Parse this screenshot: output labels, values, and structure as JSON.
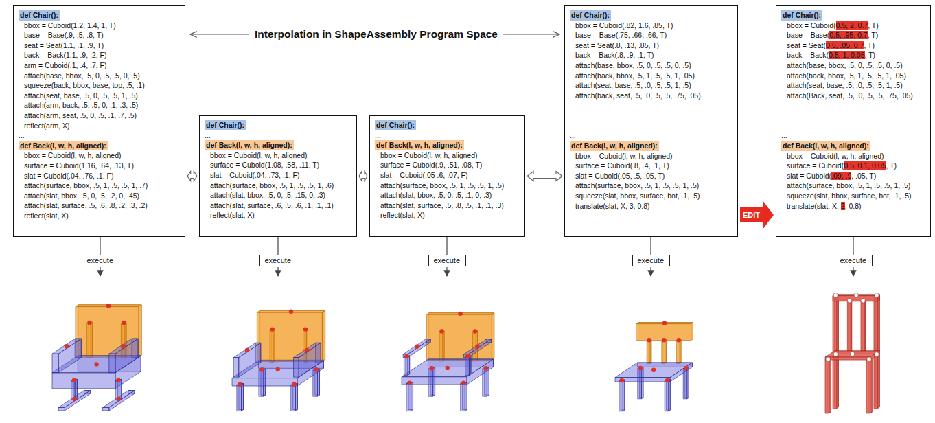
{
  "diagram": {
    "nodes": [
      {
        "text": [
          "def Chair():",
          "bbox = Cuboid(1.2, 1.4, 1, T)",
          "base = Base(.9, .5, .8, T)",
          "seat = Seat(1.1, .1, .9, T)",
          "back = Back(1.1, .9, .2, F)",
          "arm = Cuboid(.1, .4, .7, F)",
          "attach(base, bbox, .5, 0, .5, .5, 0, .5)",
          "squeeze(back, bbox, base, top, .5, .1)",
          "attach(seat, base, .5, 0, .5, .5, 1, .5)",
          "attach(arm, back, .5, .5, 0, .1, .3, .5)",
          "attach(arm, seat, .5, 0, .5, .1, .7, .5)",
          "reflect(arm, X)",
          "...",
          "def Back(l, w, h, aligned):",
          "bbox = Cuboid(l, w, h, aligned)",
          "surface = Cuboid(1.16, .64, .13, T)",
          "slat = Cuboid(.04, .76, .1, F)",
          "attach(surface, bbox, .5, 1, .5, .5, 1, .7)",
          "attach(slat, bbox, .5, 0, .5, .2, 0, .45)",
          "attach(slat, surface, .5, .6, .8, .2, .3, .2)",
          "reflect(slat, X)"
        ]
      },
      {
        "text": [
          "def Chair():",
          "...",
          "def Back(l, w, h, aligned):",
          "bbox = Cuboid(l, w, h, aligned)",
          "surface = Cuboid(1.08, .58, .11, T)",
          "slat = Cuboid(.04, .73, .1, F)",
          "attach(surface, bbox, .5, 1, .5, .5, 1, .6)",
          "attach(slat, bbox, .5, 0, .5, .15, 0, .3)",
          "attach(slat, surface, .6, .5, .6, .1, .1, .1)",
          "reflect(slat, X)"
        ]
      },
      {
        "text": [
          "def Chair():",
          "...",
          "def Back(l, w, h, aligned):",
          "bbox = Cuboid(l, w, h, aligned)",
          "surface = Cuboid(.9, .51, .08, T)",
          "slat = Cuboid(.05 .6, .07, F)",
          "attach(surface, bbox, .5, 1, .5, .5, 1, .5)",
          "attach(slat, bbox, .5, 0, .5, .1, 0, .3)",
          "attach(slat, surface, .5, .8, .5, .1, .1, .3)",
          "reflect(slat, X)"
        ]
      },
      {
        "text": [
          "def Chair():",
          "bbox = Cuboid(.82, 1.6, .85, T)",
          "base = Base(.75, .66, .66, T)",
          "seat = Seat(.8, .13, .85, T)",
          "back = Back(.8, .9, .1, T)",
          "attach(base, bbox, .5, 0, .5, .5, 0, .5)",
          "attach(back, bbox, .5, 1, .5, .5, 1, .05)",
          "attach(seat, base, .5, .0, .5, .5, 1, .5)",
          "attach(back, seat, .5, .0, .5, .5, .75, .05)",
          "...",
          "def Back(l, w, h, aligned):",
          "bbox = Cuboid(l, w, h, aligned)",
          "surface = Cuboid(.8, .4, .1, T)",
          "slat = Cuboid(.05, .5, .05, T)",
          "attach(surface, bbox, .5, 1, .5, .5, 1, .5)",
          "squeeze(slat, bbox, surface, bot, .1, .5)",
          "translate(slat, X, 3, 0.8)"
        ]
      },
      {
        "text": [
          "def Chair():",
          "bbox = Cuboid(0.5, 2, 0.7, T)",
          "base = Base(0.5, .95, 0.7, T)",
          "seat = Seat(0.5, .05, 0.7, T)",
          "back = Back(0.5, 1, 0.05, T)",
          "attach(base, bbox, .5, 0, .5, .5, 0, .5)",
          "attach(back, bbox, .5, 1, .5, .5, 1, .05)",
          "attach(seat, base, .5, .0, .5, .5, 1, .5)",
          "attach(Back, seat, .5, .0, .5, .5, .75, .05)",
          "...",
          "def Back(l, w, h, aligned):",
          "bbox = Cuboid(l, w, h, aligned)",
          "surface = Cuboid(0.5, 0.1, 0.05, T)",
          "slat = Cuboid(.09, .9, .05, T)",
          "attach(surface, bbox, .5, 1, .5, .5, 1, .5)",
          "squeeze(slat, bbox, surface, bot, .1, .5)",
          "translate(slat, X, 2, 0.8)"
        ]
      },
      {
        "text": [
          "execute"
        ]
      },
      {
        "text": [
          "execute"
        ]
      },
      {
        "text": [
          "execute"
        ]
      },
      {
        "text": [
          "execute"
        ]
      },
      {
        "text": [
          "execute"
        ]
      }
    ],
    "edges": [
      {
        "from": 0,
        "to": 1,
        "arrow": "both"
      },
      {
        "from": 1,
        "to": 2,
        "arrow": "both"
      },
      {
        "from": 2,
        "to": 3,
        "arrow": "both"
      },
      {
        "from": 3,
        "to": 4,
        "arrow": "to",
        "label": "EDIT"
      },
      {
        "from": 0,
        "to": 5,
        "arrow": "none"
      },
      {
        "from": 1,
        "to": 6,
        "arrow": "none"
      },
      {
        "from": 2,
        "to": 7,
        "arrow": "none"
      },
      {
        "from": 3,
        "to": 8,
        "arrow": "none"
      },
      {
        "from": 4,
        "to": 9,
        "arrow": "none"
      }
    ],
    "labels": [
      "Interpolation in ShapeAssembly Program Space"
    ]
  }
}
